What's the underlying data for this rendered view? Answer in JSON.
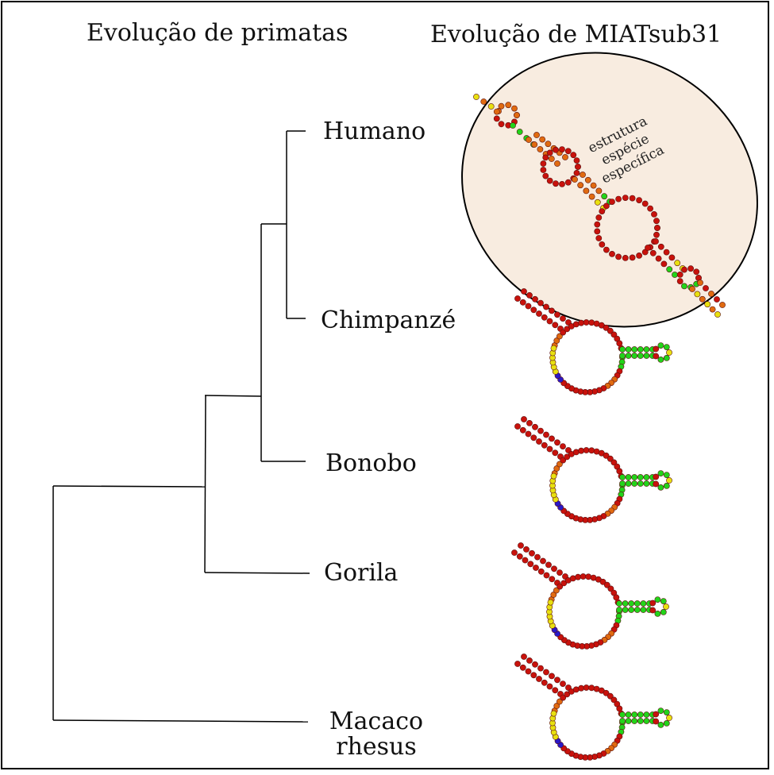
{
  "headings": {
    "primates": "Evolução de primatas",
    "miat": "Evolução de MIATsub31"
  },
  "species": {
    "humano": "Humano",
    "chimpanze": "Chimpanzé",
    "bonobo": "Bonobo",
    "gorila": "Gorila",
    "macaco_line1": "Macaco",
    "macaco_line2": "rhesus"
  },
  "annotation": {
    "line1": "estrutura",
    "line2": "espécie",
    "line3": "específica"
  },
  "colors": {
    "stem_red": "#c8120c",
    "paired_orange": "#e06a10",
    "paired_yellow": "#e8e010",
    "paired_green": "#22d41a",
    "loop_blue": "#2a18c8",
    "ellipse_fill": "#f8ece0"
  }
}
